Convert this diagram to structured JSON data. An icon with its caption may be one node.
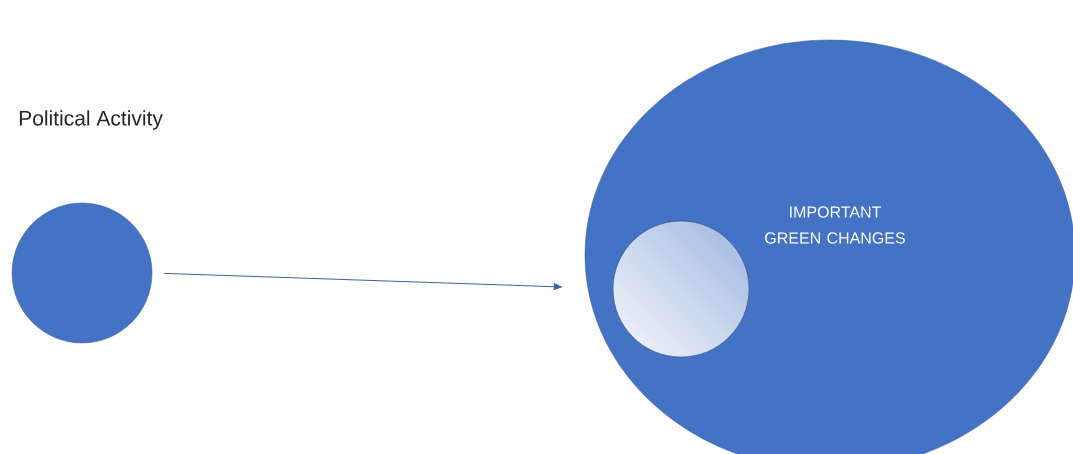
{
  "diagram": {
    "nodes": [
      {
        "text": [
          "Political Activity"
        ]
      },
      {
        "text": [
          "IMPORTANT GREEN CHANGES"
        ]
      },
      {
        "text": [],
        "shape": "circle",
        "in": 1
      }
    ],
    "edges": [
      {
        "from": 0,
        "to": 1,
        "arrow": "to"
      }
    ]
  }
}
